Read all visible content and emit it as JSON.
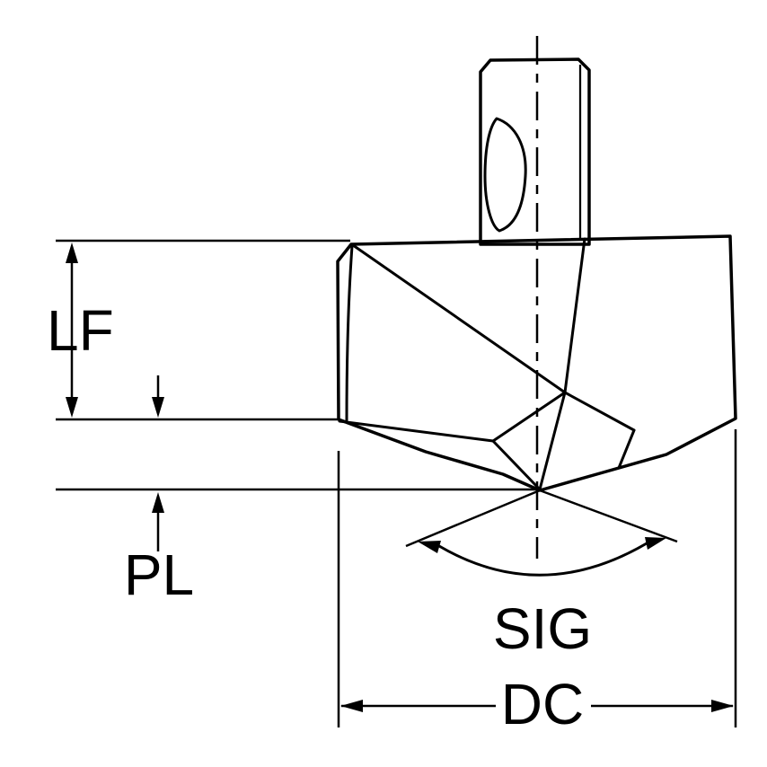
{
  "diagram": {
    "labels": {
      "lf": "LF",
      "pl": "PL",
      "sig": "SIG",
      "dc": "DC"
    },
    "colors": {
      "body_fill": "#FFD400",
      "line": "#000000",
      "background": "#FFFFFF"
    }
  }
}
